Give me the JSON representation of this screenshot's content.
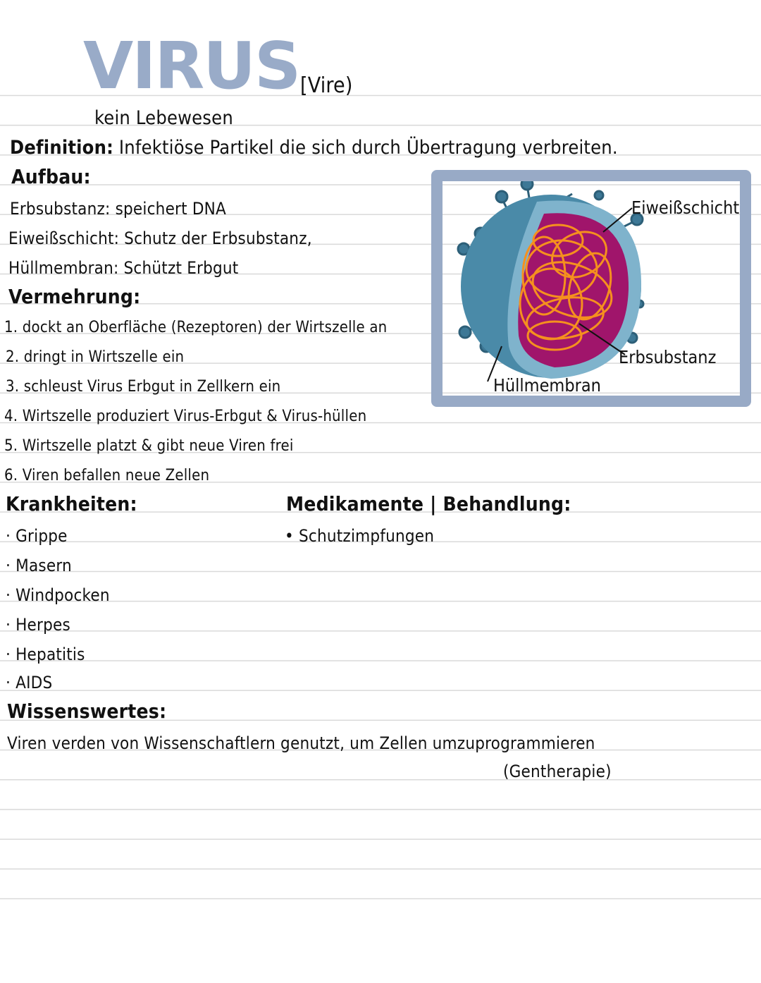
{
  "page": {
    "title": "VIRUS",
    "plural": "[Vire)",
    "subtitle": "kein Lebewesen"
  },
  "definition": {
    "label": "Definition:",
    "text": "Infektiöse Partikel die sich durch Übertragung verbreiten."
  },
  "aufbau": {
    "heading": "Aufbau:",
    "items": [
      "Erbsubstanz: speichert DNA",
      "Eiweißschicht: Schutz der Erbsubstanz,",
      "Hüllmembran: Schützt Erbgut"
    ]
  },
  "vermehrung": {
    "heading": "Vermehrung:",
    "steps": [
      "1. dockt an Oberfläche (Rezeptoren) der Wirtszelle an",
      "2. dringt in Wirtszelle ein",
      "3. schleust Virus Erbgut in Zellkern ein",
      "4. Wirtszelle produziert Virus-Erbgut & Virus-hüllen",
      "5. Wirtszelle platzt & gibt neue Viren frei",
      "6. Viren befallen neue Zellen"
    ]
  },
  "figure": {
    "labels": {
      "protein_layer": "Eiweißschicht",
      "genetic_material": "Erbsubstanz",
      "envelope": "Hüllmembran"
    },
    "colors": {
      "frame": "#98aac6",
      "envelope": "#4a8aa8",
      "protein_layer": "#7fb3cc",
      "interior": "#a0156b",
      "dna": "#f5901e"
    }
  },
  "krankheiten": {
    "heading": "Krankheiten:",
    "items": [
      "· Grippe",
      "· Masern",
      "· Windpocken",
      "· Herpes",
      "· Hepatitis",
      "· AIDS"
    ]
  },
  "behandlung": {
    "heading": "Medikamente | Behandlung:",
    "items": [
      "• Schutzimpfungen"
    ]
  },
  "wissenswertes": {
    "heading": "Wissenswertes:",
    "text": "Viren verden von Wissenschaftlern genutzt, um Zellen umzuprogrammieren",
    "note": "(Gentherapie)"
  },
  "colors": {
    "title": "#99abc8",
    "ruled_line": "#d9d9d9",
    "ink": "#111111"
  }
}
